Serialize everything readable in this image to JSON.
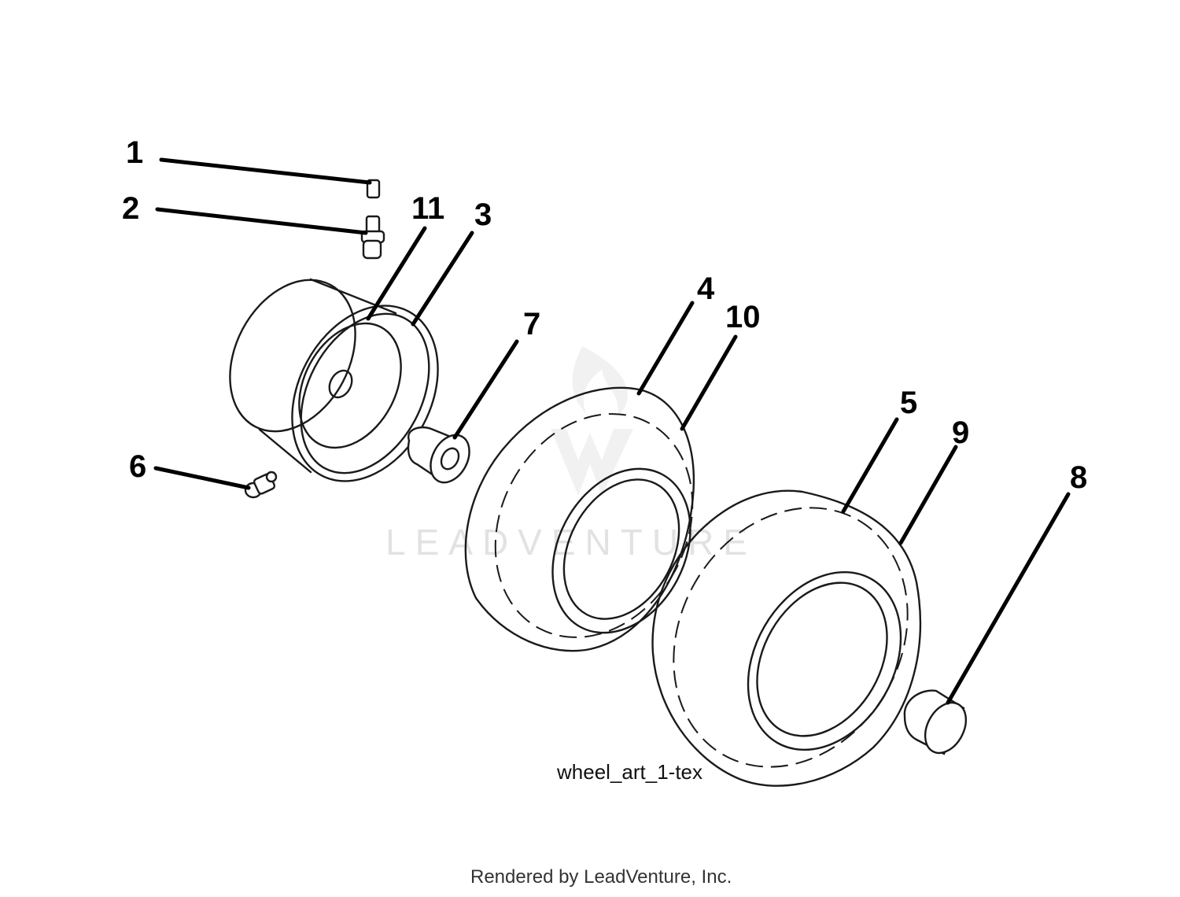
{
  "diagram": {
    "callouts": [
      "1",
      "2",
      "11",
      "3",
      "4",
      "10",
      "7",
      "6",
      "5",
      "9",
      "8"
    ],
    "art_code": "wheel_art_1-tex",
    "watermark": "LEADVENTURE",
    "credit": "Rendered by LeadVenture, Inc."
  }
}
